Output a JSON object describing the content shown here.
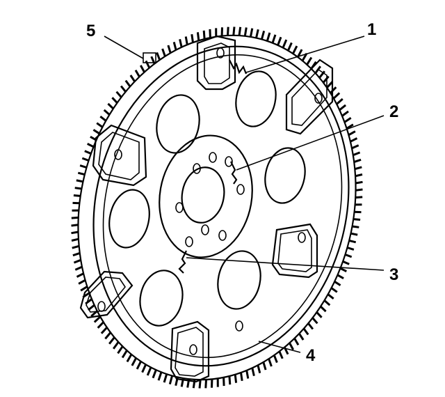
{
  "diagram": {
    "subject": "flexplate-ring-gear",
    "callouts": [
      {
        "id": "c1",
        "label": "1"
      },
      {
        "id": "c2",
        "label": "2"
      },
      {
        "id": "c3",
        "label": "3"
      },
      {
        "id": "c4",
        "label": "4"
      },
      {
        "id": "c5",
        "label": "5"
      }
    ],
    "colors": {
      "ink": "#000000",
      "paper": "#ffffff"
    }
  }
}
